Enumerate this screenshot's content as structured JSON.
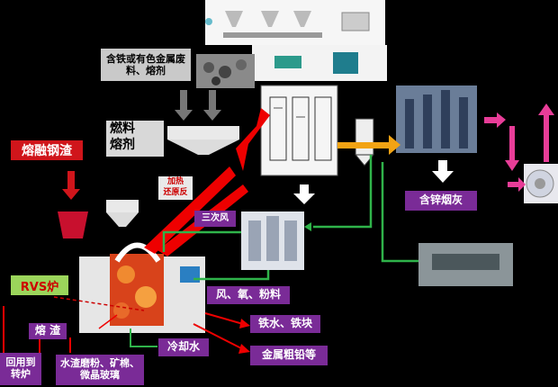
{
  "labels": {
    "raw_material": "含铁或有色金属废料、熔剂",
    "fuel_flux": "燃料\n熔剂",
    "molten_slag": "熔融钢渣",
    "rvs_furnace": "RVS炉",
    "heating_reduction": "加热\n还原反",
    "tertiary_air": "三次风",
    "air_oxygen_fines": "风、氧、粉料",
    "slag": "熔 渣",
    "return_converter": "回用到\n转炉",
    "slag_products": "水渣磨粉、矿棉、微晶玻璃",
    "iron_water": "铁水、铁块",
    "cooling_water": "冷却水",
    "crude_lead": "金属粗铅等",
    "zinc_ash": "含锌烟灰"
  },
  "colors": {
    "purple": "#7a2b97",
    "red": "#d0151b",
    "green": "#2fb34a",
    "magenta": "#e83d98",
    "gray_tag": "#c9c9c9",
    "lime": "#9bd55b"
  },
  "icons": [
    "down-arrow-icon",
    "fan-icon",
    "furnace-icon",
    "cyclone-icon",
    "hopper-icon"
  ]
}
